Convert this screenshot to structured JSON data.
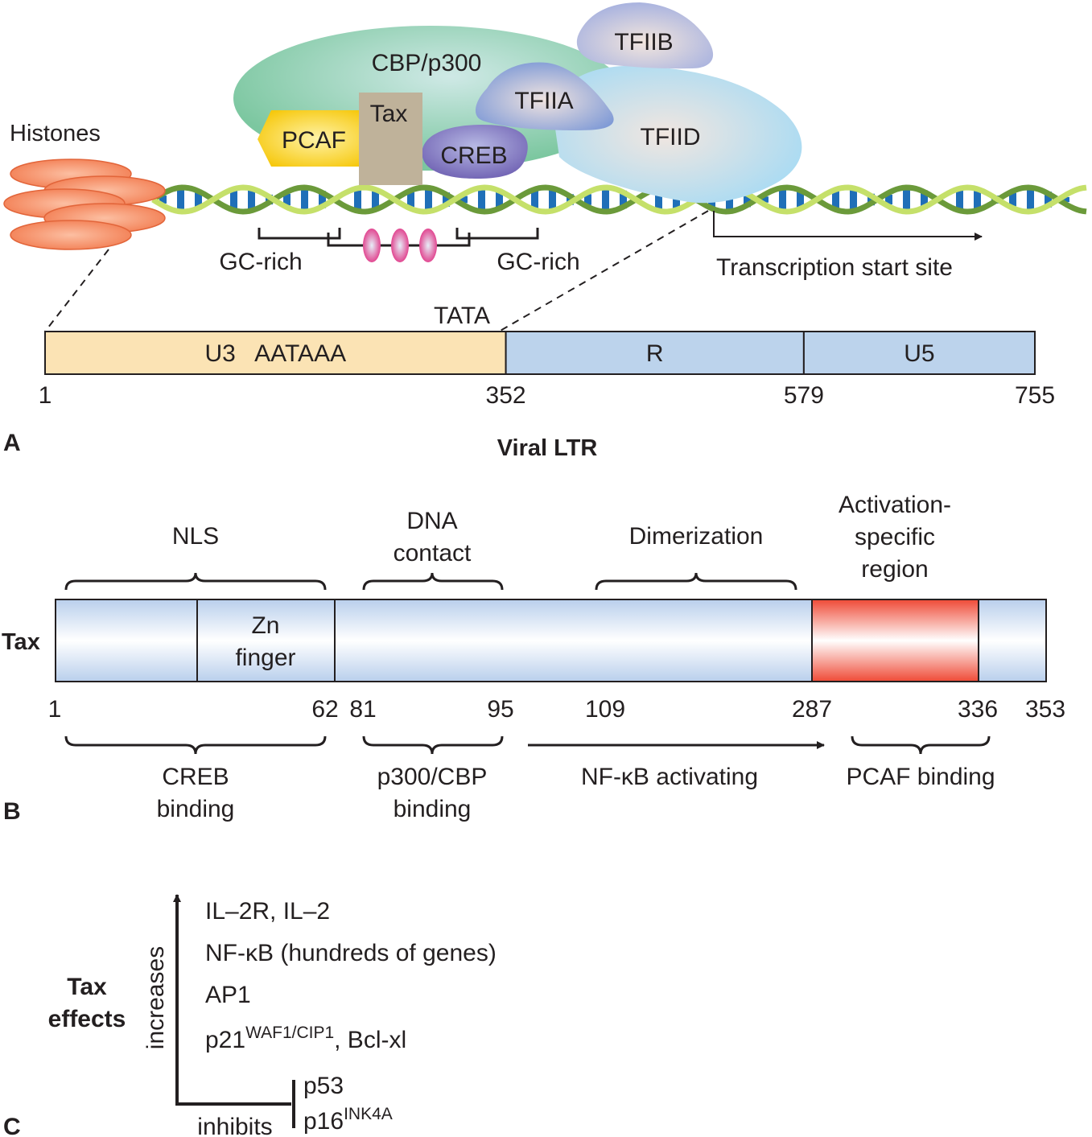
{
  "panel_a": {
    "letter": "A",
    "caption": "Viral LTR",
    "histones_label": "Histones",
    "proteins": {
      "cbp": "CBP/p300",
      "tfiib": "TFIIB",
      "tfiia": "TFIIA",
      "tfiid": "TFIID",
      "tax": "Tax",
      "pcaf": "PCAF",
      "creb": "CREB"
    },
    "gc_left": "GC-rich",
    "gc_right": "GC-rich",
    "tss": "Transcription start site",
    "tata": "TATA",
    "ltr_segments": [
      {
        "label": "U3   AATAAA",
        "start": 1,
        "end": 352,
        "color": "#fbe3b4"
      },
      {
        "label": "R",
        "start": 352,
        "end": 579,
        "color": "#bcd3ec"
      },
      {
        "label": "U5",
        "start": 579,
        "end": 755,
        "color": "#bcd3ec"
      }
    ],
    "ltr_ticks": [
      "1",
      "352",
      "579",
      "755"
    ]
  },
  "panel_b": {
    "letter": "B",
    "protein_label": "Tax",
    "zn_finger": [
      "Zn",
      "finger"
    ],
    "top_labels": {
      "nls": "NLS",
      "dna_contact": [
        "DNA",
        "contact"
      ],
      "dimerization": "Dimerization",
      "activation": [
        "Activation-",
        "specific",
        "region"
      ]
    },
    "ticks": [
      "1",
      "62",
      "81",
      "95",
      "109",
      "287",
      "336",
      "353"
    ],
    "bottom_labels": {
      "creb_binding": [
        "CREB",
        "binding"
      ],
      "p300_binding": [
        "p300/CBP",
        "binding"
      ],
      "nfkb": "NF-κB activating",
      "pcaf_binding": "PCAF binding"
    },
    "colors": {
      "bar": "#bcd3ec",
      "activation": "#ef4a36"
    }
  },
  "panel_c": {
    "letter": "C",
    "title": [
      "Tax",
      "effects"
    ],
    "increases_label": "increases",
    "inhibits_label": "inhibits",
    "increased": [
      {
        "text": "IL–2R, IL–2",
        "sup": "",
        "after": ""
      },
      {
        "text": "NF-κB (hundreds of genes)",
        "sup": "",
        "after": ""
      },
      {
        "text": "AP1",
        "sup": "",
        "after": ""
      },
      {
        "text": "p21",
        "sup": "WAF1/CIP1",
        "after": ", Bcl-xl"
      }
    ],
    "inhibited": [
      {
        "text": "p53",
        "sup": ""
      },
      {
        "text": "p16",
        "sup": "INK4A"
      }
    ]
  }
}
